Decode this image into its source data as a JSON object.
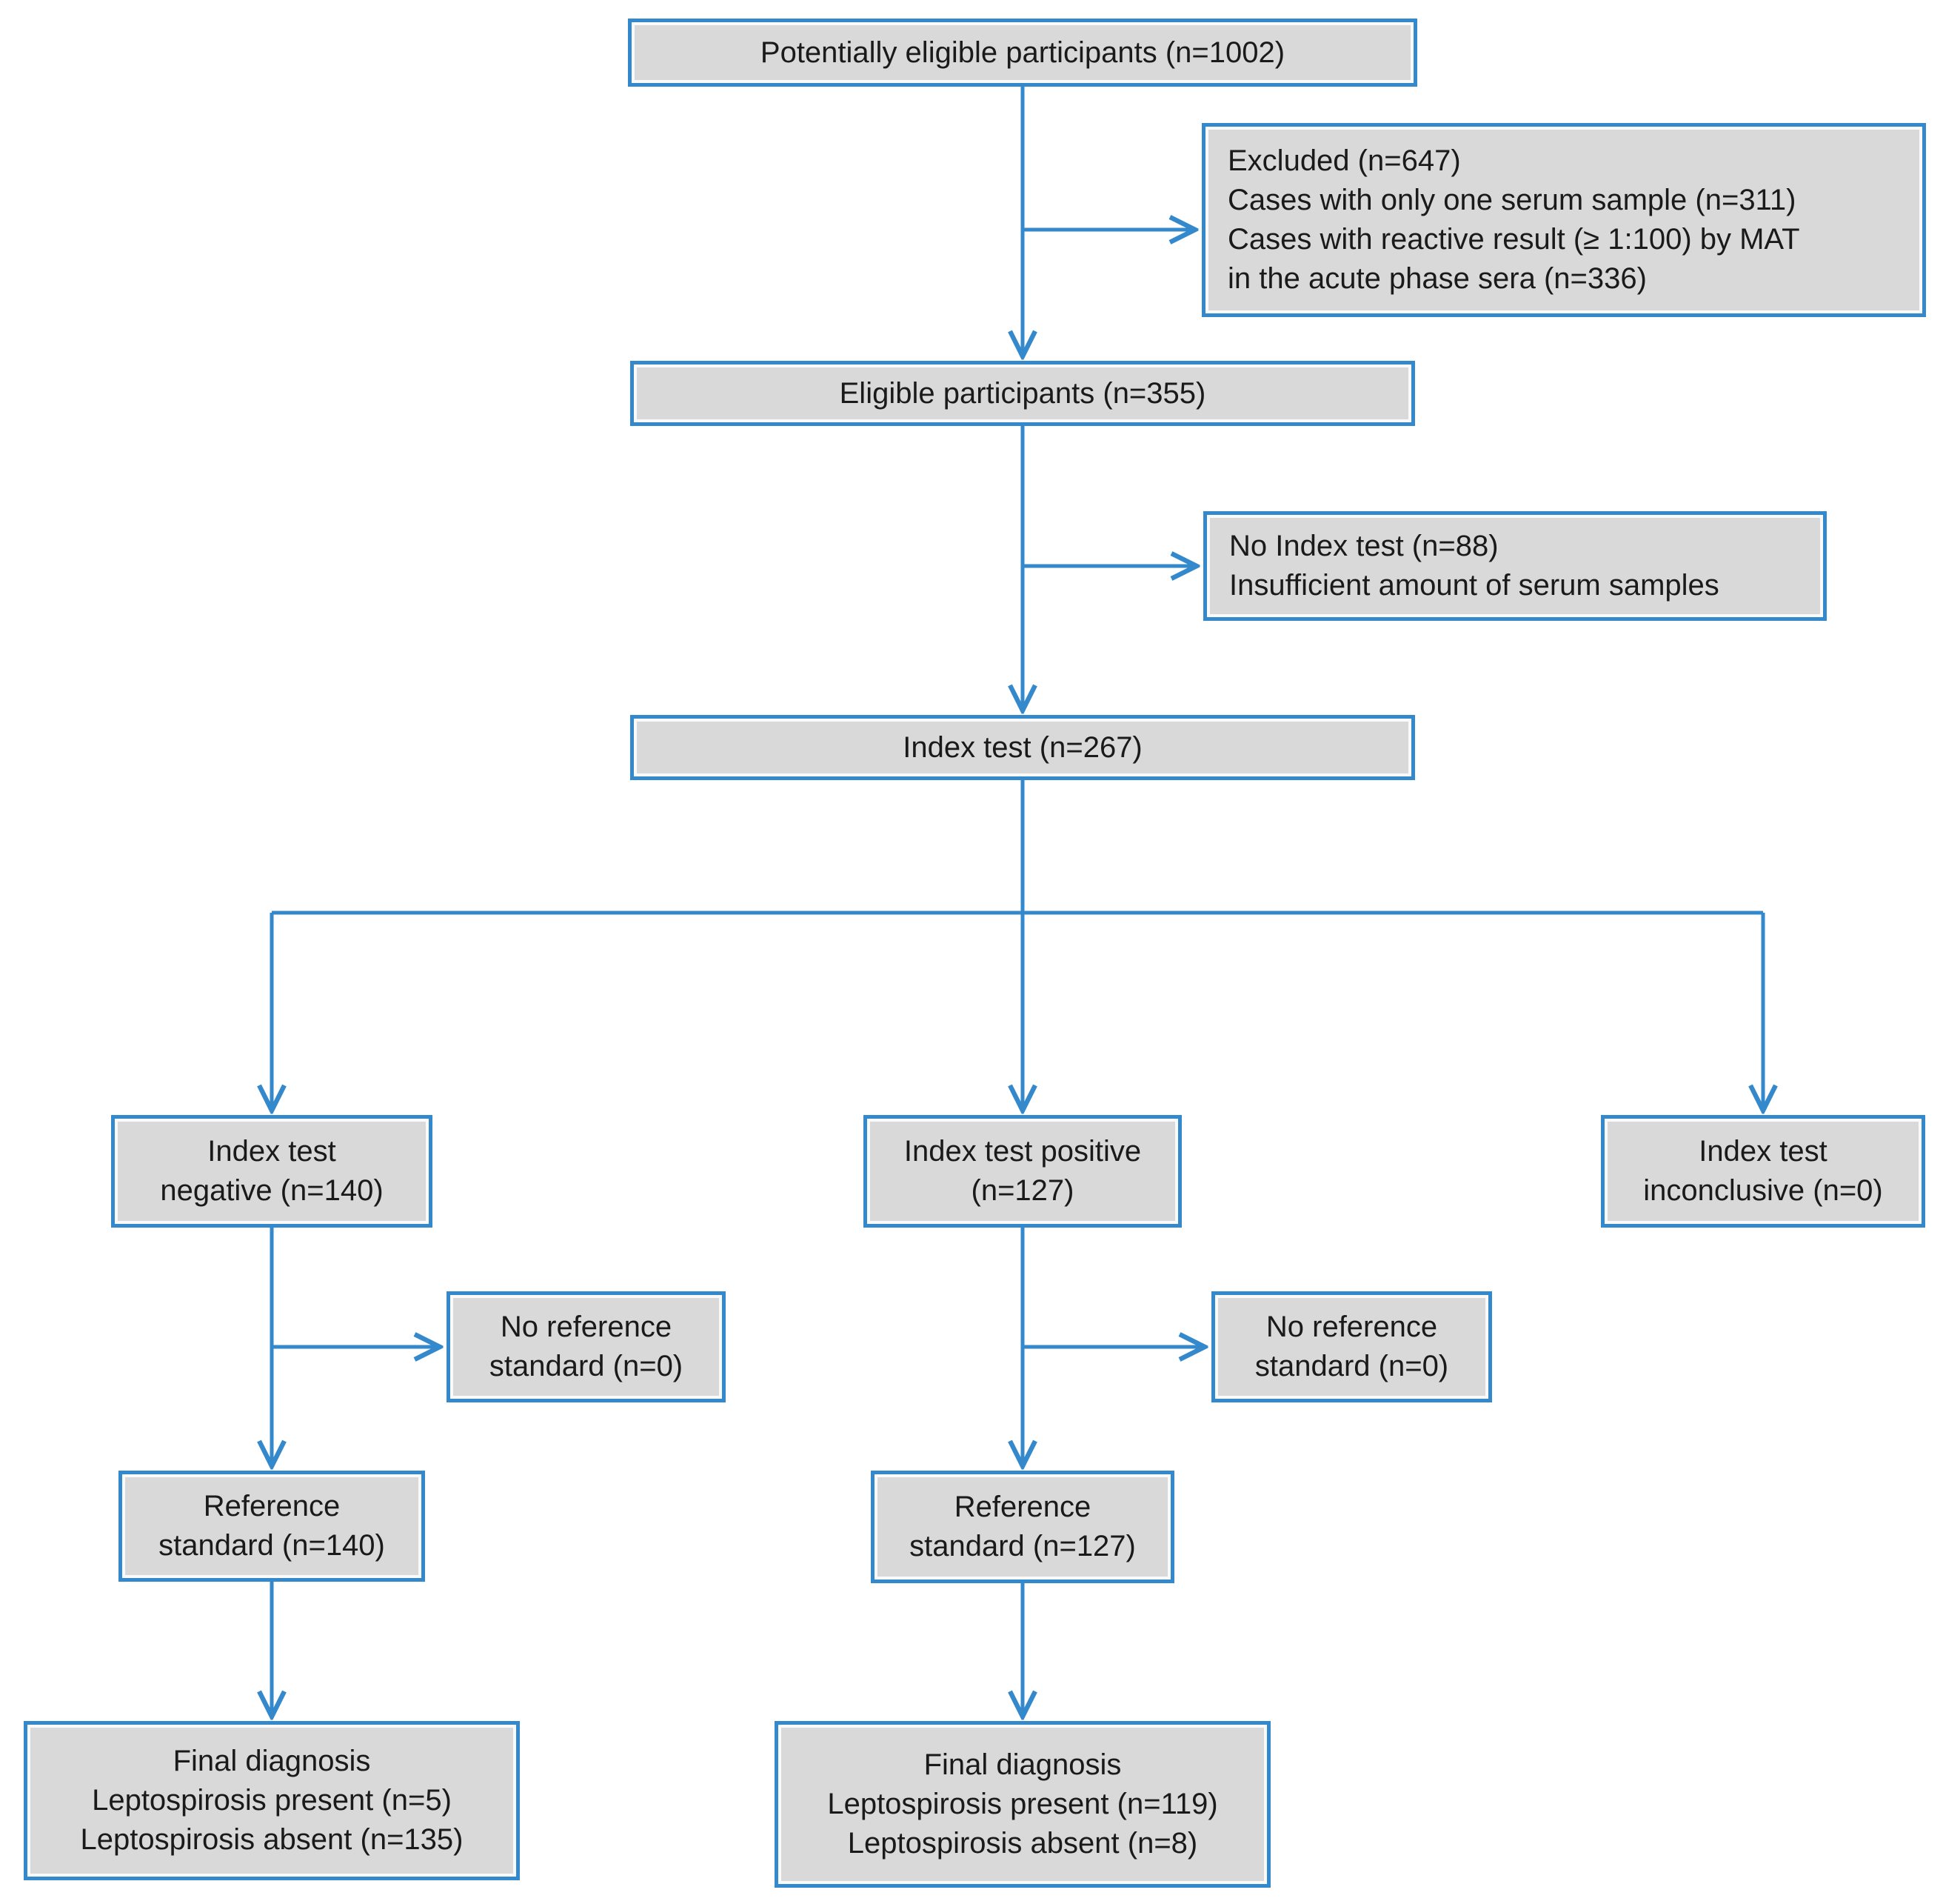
{
  "diagram": {
    "type": "flowchart",
    "colors": {
      "box_fill": "#d9d9d9",
      "box_border": "#3389cb",
      "connector": "#3389cb",
      "text": "#1a1a1a",
      "background": "#ffffff"
    },
    "nodes": {
      "potentially_eligible": {
        "lines": [
          "Potentially eligible participants (n=1002)"
        ]
      },
      "excluded": {
        "lines": [
          "Excluded (n=647)",
          "Cases with only one serum sample (n=311)",
          "Cases with reactive result  (≥ 1:100) by MAT",
          "in the acute phase sera (n=336)"
        ]
      },
      "eligible": {
        "lines": [
          "Eligible participants (n=355)"
        ]
      },
      "no_index_test": {
        "lines": [
          "No Index test (n=88)",
          "Insufficient amount of serum samples"
        ]
      },
      "index_test": {
        "lines": [
          "Index test (n=267)"
        ]
      },
      "index_negative": {
        "lines": [
          "Index test",
          "negative (n=140)"
        ]
      },
      "index_positive": {
        "lines": [
          "Index test positive",
          "(n=127)"
        ]
      },
      "index_inconclusive": {
        "lines": [
          "Index test",
          "inconclusive (n=0)"
        ]
      },
      "no_reference_left": {
        "lines": [
          "No reference",
          "standard (n=0)"
        ]
      },
      "no_reference_right": {
        "lines": [
          "No reference",
          "standard (n=0)"
        ]
      },
      "reference_left": {
        "lines": [
          "Reference",
          "standard (n=140)"
        ]
      },
      "reference_right": {
        "lines": [
          "Reference",
          "standard (n=127)"
        ]
      },
      "final_diagnosis_left": {
        "lines": [
          "Final diagnosis",
          "Leptospirosis present (n=5)",
          "Leptospirosis absent (n=135)"
        ]
      },
      "final_diagnosis_right": {
        "lines": [
          "Final diagnosis",
          "Leptospirosis present (n=119)",
          "Leptospirosis absent (n=8)"
        ]
      }
    }
  }
}
